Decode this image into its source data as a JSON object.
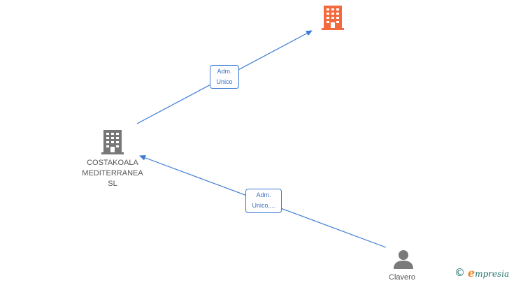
{
  "colors": {
    "edge": "#3a7bd5",
    "company_icon": "#777777",
    "highlight_company_icon": "#f26a3d",
    "person_icon": "#7a7a7a"
  },
  "nodes": {
    "top_company": {
      "icon": "building-icon",
      "label": ""
    },
    "costakoala": {
      "icon": "building-icon",
      "label_lines": [
        "COSTAKOALA",
        "MEDITERRANEA",
        "SL"
      ]
    },
    "person": {
      "icon": "person-icon",
      "label": "Clavero"
    }
  },
  "edges": [
    {
      "from": "costakoala",
      "to": "top_company",
      "label_lines": [
        "Adm.",
        "Unico"
      ]
    },
    {
      "from": "person",
      "to": "costakoala",
      "label_lines": [
        "Adm.",
        "Unico,..."
      ]
    }
  ],
  "footer": {
    "copyright_symbol": "©",
    "brand_initial": "e",
    "brand_rest": "mpresia"
  }
}
